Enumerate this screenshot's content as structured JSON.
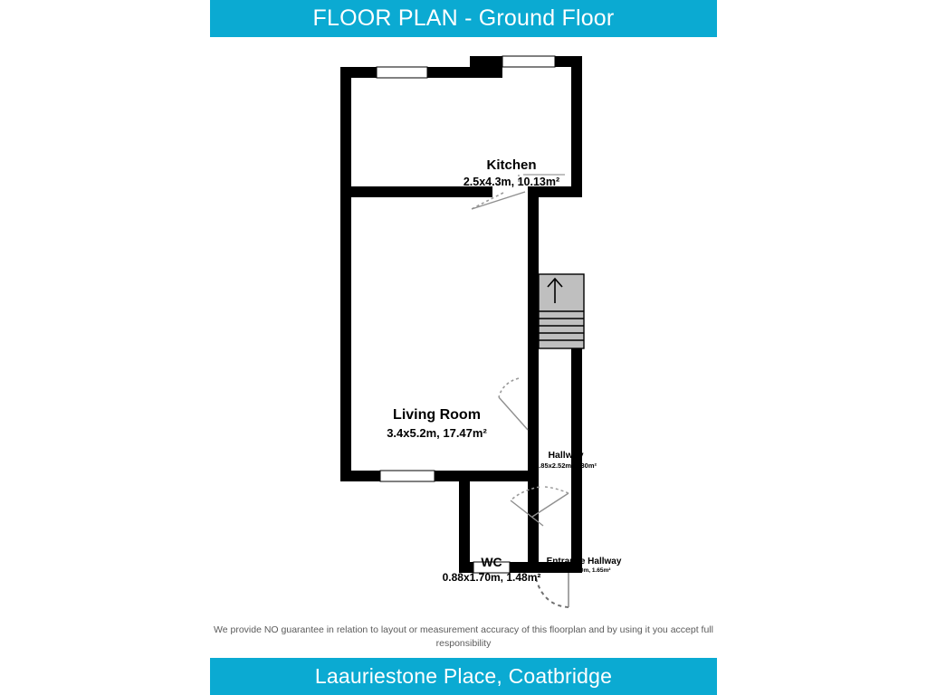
{
  "header": {
    "title": "FLOOR PLAN - Ground Floor",
    "background_color": "#0BAAD2",
    "text_color": "#FFFFFF"
  },
  "footer": {
    "address": "Laauriestone Place, Coatbridge",
    "background_color": "#0BAAD2",
    "text_color": "#FFFFFF"
  },
  "disclaimer": {
    "line1": "We provide NO guarantee in relation to layout or measurement accuracy of this floorplan and by using it",
    "line2": "you accept full responsibility"
  },
  "plan": {
    "wall_color": "#000000",
    "stair_fill": "#BFBFBF",
    "stair_stroke": "#000000",
    "door_arc_color": "#8C8C8C",
    "rooms": [
      {
        "id": "kitchen",
        "name": "Kitchen",
        "dimensions": "2.5x4.3m, 10.13m²",
        "width_m": 2.5,
        "length_m": 4.3,
        "area_m2": 10.13
      },
      {
        "id": "living_room",
        "name": "Living Room",
        "dimensions": "3.4x5.2m, 17.47m²",
        "width_m": 3.4,
        "length_m": 5.2,
        "area_m2": 17.47
      },
      {
        "id": "hallway",
        "name": "Hallway",
        "dimensions": "0.85x2.52m, 2.30m²",
        "width_m": 0.85,
        "length_m": 2.52,
        "area_m2": 2.3
      },
      {
        "id": "wc",
        "name": "WC",
        "dimensions": "0.88x1.70m, 1.48m²",
        "width_m": 0.88,
        "length_m": 1.7,
        "area_m2": 1.48
      },
      {
        "id": "entrance_hallway",
        "name": "Entrance Hallway",
        "dimensions": "0.97x1.70m, 1.65m²",
        "width_m": 0.97,
        "length_m": 1.7,
        "area_m2": 1.65
      }
    ],
    "stairs": {
      "direction_icon": "up-arrow-icon",
      "step_count": 6
    }
  }
}
